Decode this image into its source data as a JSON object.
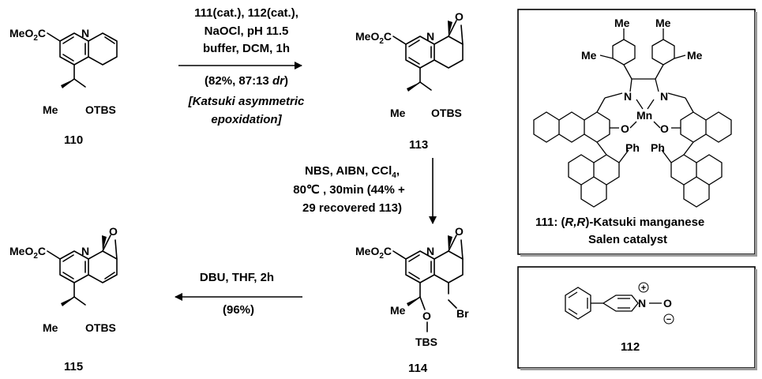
{
  "compounds": {
    "c110": {
      "label": "110",
      "ester": "MeO",
      "ester_sub": "2",
      "ester_c": "C",
      "n": "N",
      "me": "Me",
      "otbs": "OTBS"
    },
    "c113": {
      "label": "113",
      "ester": "MeO",
      "ester_sub": "2",
      "ester_c": "C",
      "n": "N",
      "o": "O",
      "me": "Me",
      "otbs": "OTBS"
    },
    "c114": {
      "label": "114",
      "ester": "MeO",
      "ester_sub": "2",
      "ester_c": "C",
      "n": "N",
      "o": "O",
      "me": "Me",
      "o2": "O",
      "tbs": "TBS",
      "br": "Br"
    },
    "c115": {
      "label": "115",
      "ester": "MeO",
      "ester_sub": "2",
      "ester_c": "C",
      "n": "N",
      "o": "O",
      "me": "Me",
      "otbs": "OTBS"
    }
  },
  "step1": {
    "line1": "111(cat.), 112(cat.),",
    "line2": "NaOCl, pH 11.5",
    "line3": "buffer, DCM, 1h",
    "yield_pre": "(82%, 87:13 ",
    "yield_dr": "dr",
    "yield_post": ")",
    "name1": "[Katsuki asymmetric",
    "name2": "epoxidation]"
  },
  "step2": {
    "line1_pre": "NBS, AIBN, CCl",
    "line1_sub": "4",
    "line1_post": ",",
    "line2": "80℃ , 30min (44% +",
    "line3": "29 recovered 113)"
  },
  "step3": {
    "line1": "DBU, THF, 2h",
    "line2": "(96%)"
  },
  "catalyst_box": {
    "me": "Me",
    "n": "N",
    "mn": "Mn",
    "o": "O",
    "ph": "Ph",
    "caption_prefix": "111: (",
    "caption_rr": "R,R",
    "caption_suffix": ")-Katsuki manganese",
    "caption_line2": "Salen catalyst"
  },
  "noxide_box": {
    "n": "N",
    "o": "O",
    "plus": "+",
    "minus": "−",
    "label": "112"
  }
}
